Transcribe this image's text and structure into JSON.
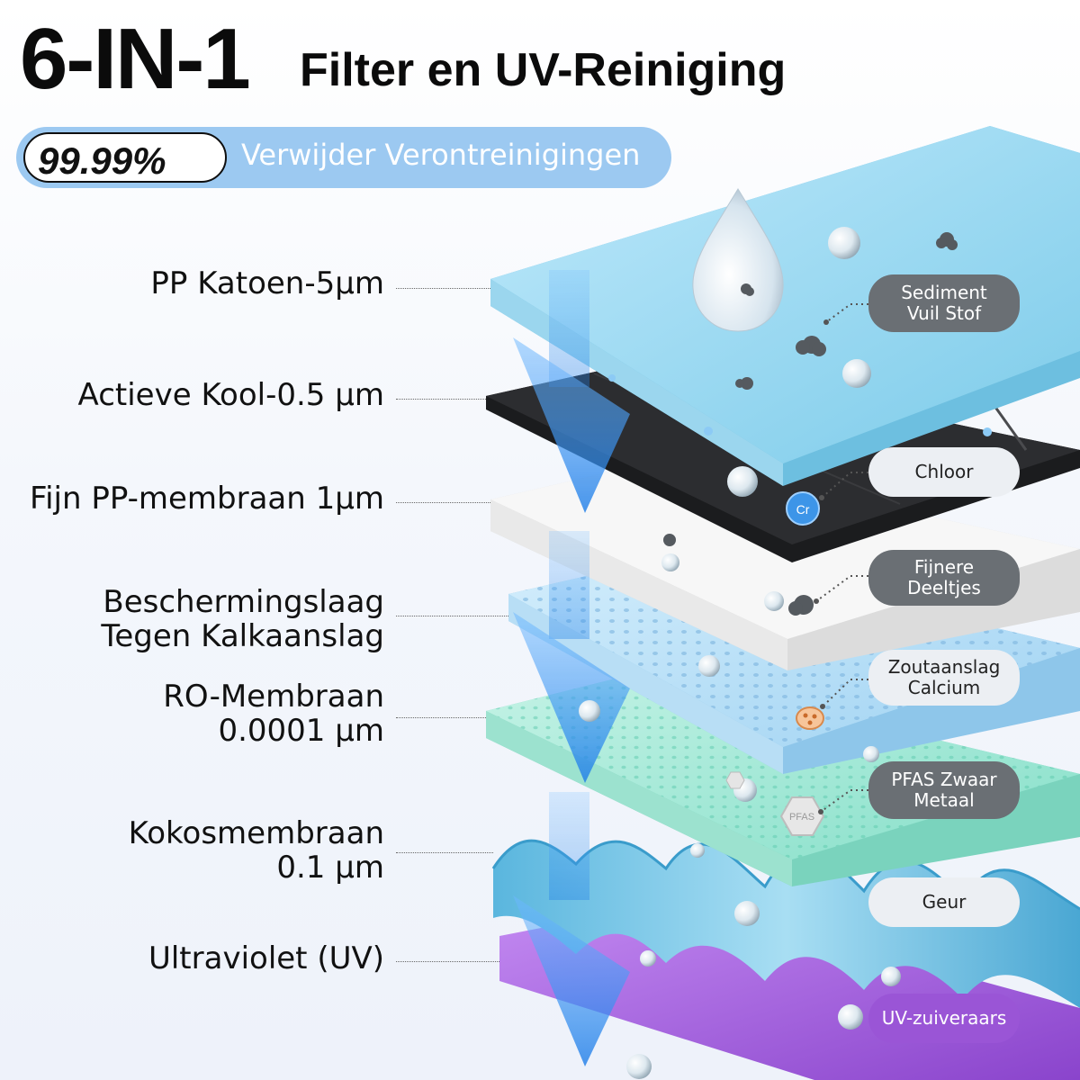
{
  "header": {
    "title_main": "6-IN-1",
    "title_sub": "Filter en UV-Reiniging",
    "pill_percent": "99.99%",
    "pill_text": "Verwijder Verontreinigingen"
  },
  "layers": [
    {
      "label": "PP Katoen-5µm"
    },
    {
      "label": "Actieve Kool-0.5 µm"
    },
    {
      "label": "Fijn PP-membraan 1µm"
    },
    {
      "label_line1": "Beschermingslaag",
      "label_line2": "Tegen Kalkaanslag"
    },
    {
      "label_line1": "RO-Membraan",
      "label_line2": "0.0001 µm"
    },
    {
      "label_line1": "Kokosmembraan",
      "label_line2": "0.1 µm"
    },
    {
      "label": "Ultraviolet (UV)"
    }
  ],
  "contaminants": [
    {
      "line1": "Sediment",
      "line2": "Vuil Stof"
    },
    {
      "line1": "Chloor"
    },
    {
      "line1": "Fijnere",
      "line2": "Deeltjes"
    },
    {
      "line1": "Zoutaanslag",
      "line2": "Calcium"
    },
    {
      "line1": "PFAS Zwaar",
      "line2": "Metaal"
    },
    {
      "line1": "Geur"
    },
    {
      "line1": "UV-zuiveraars"
    }
  ],
  "particle_tags": {
    "chlorine": "Cr",
    "pfas": "PFAS"
  },
  "colors": {
    "pp_layer": "#8fd3ee",
    "carbon_layer": "#2a2b2d",
    "fine_pp_layer": "#f2f2f2",
    "scale_layer": "#a9d8f4",
    "ro_layer": "#9ee8d6",
    "coconut_layer": "#6cc3e5",
    "uv_layer": "#9a55d6",
    "arrow": "#2a8cf0"
  }
}
